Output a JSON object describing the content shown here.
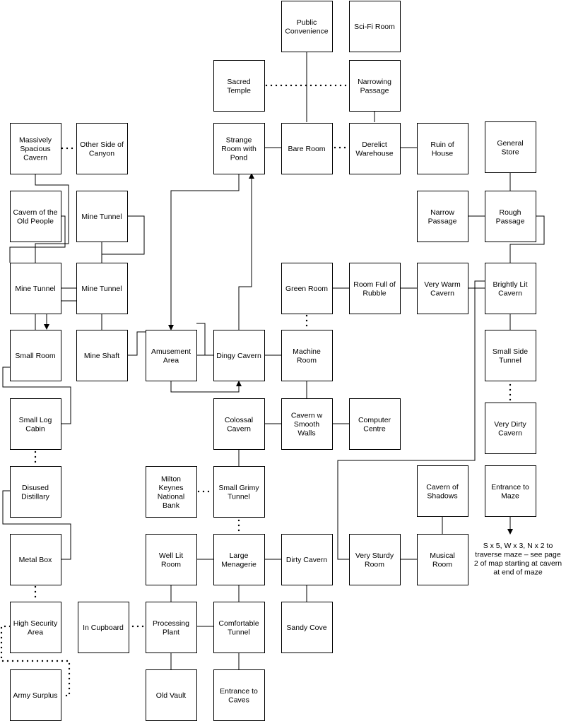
{
  "rooms": [
    {
      "id": "public-convenience",
      "label": "Public Convenience"
    },
    {
      "id": "sci-fi-room",
      "label": "Sci-Fi Room"
    },
    {
      "id": "sacred-temple",
      "label": "Sacred Temple"
    },
    {
      "id": "narrowing-passage",
      "label": "Narrowing Passage"
    },
    {
      "id": "massively-spacious-cavern",
      "label": "Massively Spacious Cavern"
    },
    {
      "id": "other-side-of-canyon",
      "label": "Other Side of Canyon"
    },
    {
      "id": "strange-room-with-pond",
      "label": "Strange Room with Pond"
    },
    {
      "id": "bare-room",
      "label": "Bare Room"
    },
    {
      "id": "derelict-warehouse",
      "label": "Derelict Warehouse"
    },
    {
      "id": "ruin-of-house",
      "label": "Ruin of House"
    },
    {
      "id": "general-store",
      "label": "General Store"
    },
    {
      "id": "cavern-of-the-old-people",
      "label": "Cavern of the Old People"
    },
    {
      "id": "mine-tunnel-upper",
      "label": "Mine Tunnel"
    },
    {
      "id": "narrow-passage",
      "label": "Narrow Passage"
    },
    {
      "id": "rough-passage",
      "label": "Rough Passage"
    },
    {
      "id": "mine-tunnel-left",
      "label": "Mine Tunnel"
    },
    {
      "id": "mine-tunnel-right",
      "label": "Mine Tunnel"
    },
    {
      "id": "green-room",
      "label": "Green Room"
    },
    {
      "id": "room-full-of-rubble",
      "label": "Room Full of Rubble"
    },
    {
      "id": "very-warm-cavern",
      "label": "Very Warm Cavern"
    },
    {
      "id": "brightly-lit-cavern",
      "label": "Brightly Lit Cavern"
    },
    {
      "id": "small-room",
      "label": "Small Room"
    },
    {
      "id": "mine-shaft",
      "label": "Mine Shaft"
    },
    {
      "id": "amusement-area",
      "label": "Amusement Area"
    },
    {
      "id": "dingy-cavern",
      "label": "Dingy Cavern"
    },
    {
      "id": "machine-room",
      "label": "Machine Room"
    },
    {
      "id": "small-side-tunnel",
      "label": "Small Side Tunnel"
    },
    {
      "id": "small-log-cabin",
      "label": "Small Log Cabin"
    },
    {
      "id": "colossal-cavern",
      "label": "Colossal Cavern"
    },
    {
      "id": "cavern-w-smooth-walls",
      "label": "Cavern w Smooth Walls"
    },
    {
      "id": "computer-centre",
      "label": "Computer Centre"
    },
    {
      "id": "very-dirty-cavern",
      "label": "Very Dirty Cavern"
    },
    {
      "id": "disused-distillary",
      "label": "Disused Distillary"
    },
    {
      "id": "milton-keynes-national-bank",
      "label": "Milton Keynes National Bank"
    },
    {
      "id": "small-grimy-tunnel",
      "label": "Small Grimy Tunnel"
    },
    {
      "id": "cavern-of-shadows",
      "label": "Cavern of Shadows"
    },
    {
      "id": "entrance-to-maze",
      "label": "Entrance to Maze"
    },
    {
      "id": "metal-box",
      "label": "Metal Box"
    },
    {
      "id": "well-lit-room",
      "label": "Well Lit Room"
    },
    {
      "id": "large-menagerie",
      "label": "Large Menagerie"
    },
    {
      "id": "dirty-cavern",
      "label": "Dirty Cavern"
    },
    {
      "id": "very-sturdy-room",
      "label": "Very Sturdy Room"
    },
    {
      "id": "musical-room",
      "label": "Musical Room"
    },
    {
      "id": "high-security-area",
      "label": "High Security Area"
    },
    {
      "id": "in-cupboard",
      "label": "In Cupboard"
    },
    {
      "id": "processing-plant",
      "label": "Processing Plant"
    },
    {
      "id": "comfortable-tunnel",
      "label": "Comfortable Tunnel"
    },
    {
      "id": "sandy-cove",
      "label": "Sandy Cove"
    },
    {
      "id": "army-surplus",
      "label": "Army Surplus"
    },
    {
      "id": "old-vault",
      "label": "Old Vault"
    },
    {
      "id": "entrance-to-caves",
      "label": "Entrance to Caves"
    }
  ],
  "maze_note": "S x 5, W x 3, N x 2 to traverse maze – see page 2 of map starting at cavern at end of maze"
}
